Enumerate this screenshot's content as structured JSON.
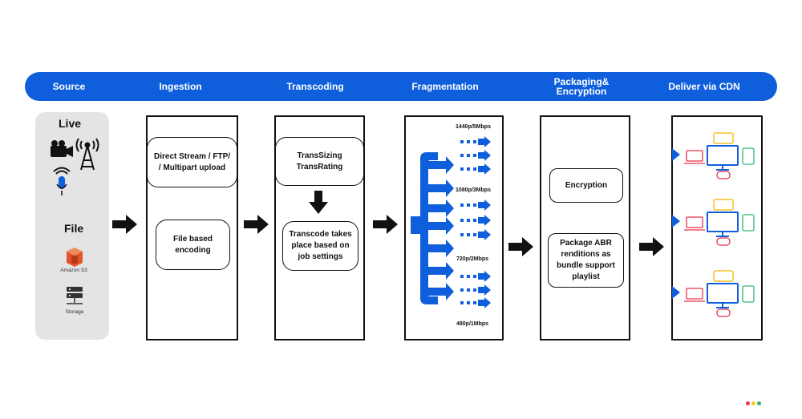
{
  "stages": {
    "source": "Source",
    "ingestion": "Ingestion",
    "transcoding": "Transcoding",
    "fragmentation": "Fragmentation",
    "packaging_line1": "Packaging&",
    "packaging_line2": "Encryption",
    "deliver": "Deliver via CDN"
  },
  "source": {
    "live_label": "Live",
    "file_label": "File",
    "s3_label": "Amazon S3",
    "storage_label": "Storage"
  },
  "ingestion": {
    "box1": "Direct Stream / FTP/ / Multipart upload",
    "box2": "File based encoding"
  },
  "transcoding": {
    "box1_line1": "TransSizing",
    "box1_line2": "TransRating",
    "box2": "Transcode takes place based on job settings"
  },
  "fragmentation": {
    "resolutions": [
      "1440p/5Mbps",
      "1080p/3Mbps",
      "720p/2Mbps",
      "480p/1Mbps"
    ]
  },
  "packaging": {
    "box1": "Encryption",
    "box2": "Package ABR renditions as bundle support playlist"
  },
  "colors": {
    "brand_blue": "#0f5fdc",
    "dot_red": "#e8334a",
    "dot_yellow": "#f5c518",
    "dot_green": "#2bb673"
  }
}
